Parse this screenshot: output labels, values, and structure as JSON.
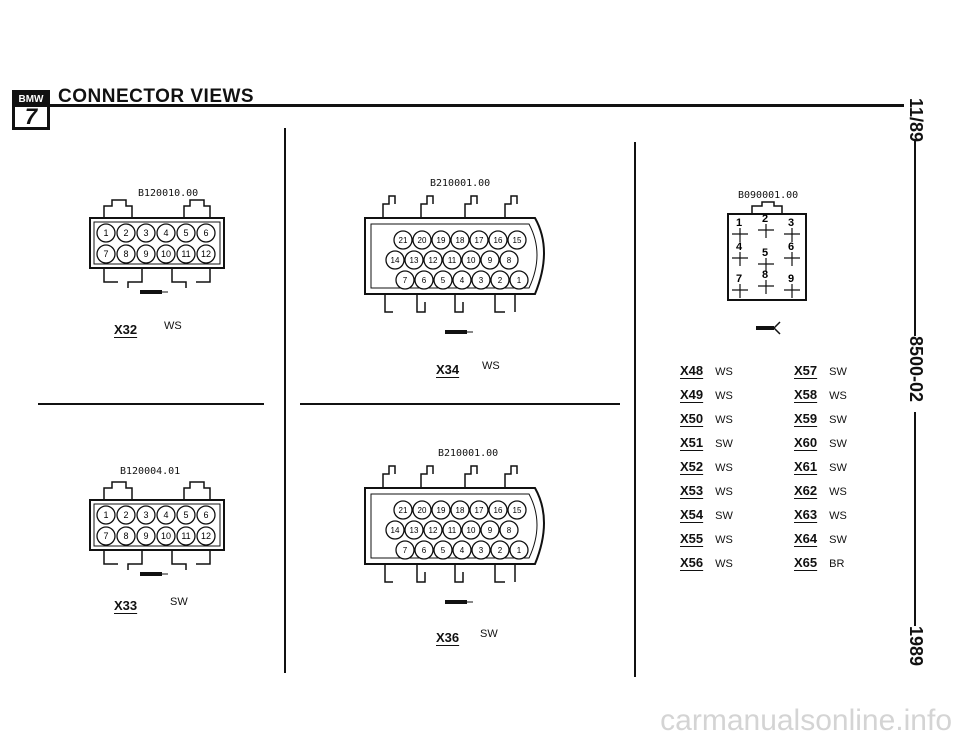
{
  "header": {
    "logo_top": "BMW",
    "logo_num": "7",
    "title": "CONNECTOR VIEWS"
  },
  "side": {
    "date": "11/89",
    "doc": "8500-02",
    "year": "1989"
  },
  "connectors": {
    "x32": {
      "code": "B120010.00",
      "label": "X32",
      "color": "WS",
      "pins_top": [
        "1",
        "2",
        "3",
        "4",
        "5",
        "6"
      ],
      "pins_bot": [
        "7",
        "8",
        "9",
        "10",
        "11",
        "12"
      ]
    },
    "x33": {
      "code": "B120004.01",
      "label": "X33",
      "color": "SW",
      "pins_top": [
        "1",
        "2",
        "3",
        "4",
        "5",
        "6"
      ],
      "pins_bot": [
        "7",
        "8",
        "9",
        "10",
        "11",
        "12"
      ]
    },
    "x34": {
      "code": "B210001.00",
      "label": "X34",
      "color": "WS",
      "row1": [
        "21",
        "20",
        "19",
        "18",
        "17",
        "16",
        "15"
      ],
      "row2": [
        "14",
        "13",
        "12",
        "11",
        "10",
        "9",
        "8"
      ],
      "row3": [
        "7",
        "6",
        "5",
        "4",
        "3",
        "2",
        "1"
      ]
    },
    "x36": {
      "code": "B210001.00",
      "label": "X36",
      "color": "SW",
      "row1": [
        "21",
        "20",
        "19",
        "18",
        "17",
        "16",
        "15"
      ],
      "row2": [
        "14",
        "13",
        "12",
        "11",
        "10",
        "9",
        "8"
      ],
      "row3": [
        "7",
        "6",
        "5",
        "4",
        "3",
        "2",
        "1"
      ]
    },
    "x9": {
      "code": "B090001.00",
      "pins": [
        "1",
        "2",
        "3",
        "4",
        "5",
        "6",
        "7",
        "8",
        "9"
      ]
    }
  },
  "list_left": [
    {
      "label": "X48",
      "color": "WS"
    },
    {
      "label": "X49",
      "color": "WS"
    },
    {
      "label": "X50",
      "color": "WS"
    },
    {
      "label": "X51",
      "color": "SW"
    },
    {
      "label": "X52",
      "color": "WS"
    },
    {
      "label": "X53",
      "color": "WS"
    },
    {
      "label": "X54",
      "color": "SW"
    },
    {
      "label": "X55",
      "color": "WS"
    },
    {
      "label": "X56",
      "color": "WS"
    }
  ],
  "list_right": [
    {
      "label": "X57",
      "color": "SW"
    },
    {
      "label": "X58",
      "color": "WS"
    },
    {
      "label": "X59",
      "color": "SW"
    },
    {
      "label": "X60",
      "color": "SW"
    },
    {
      "label": "X61",
      "color": "SW"
    },
    {
      "label": "X62",
      "color": "WS"
    },
    {
      "label": "X63",
      "color": "WS"
    },
    {
      "label": "X64",
      "color": "SW"
    },
    {
      "label": "X65",
      "color": "BR"
    }
  ],
  "watermark": "carmanualsonline.info"
}
